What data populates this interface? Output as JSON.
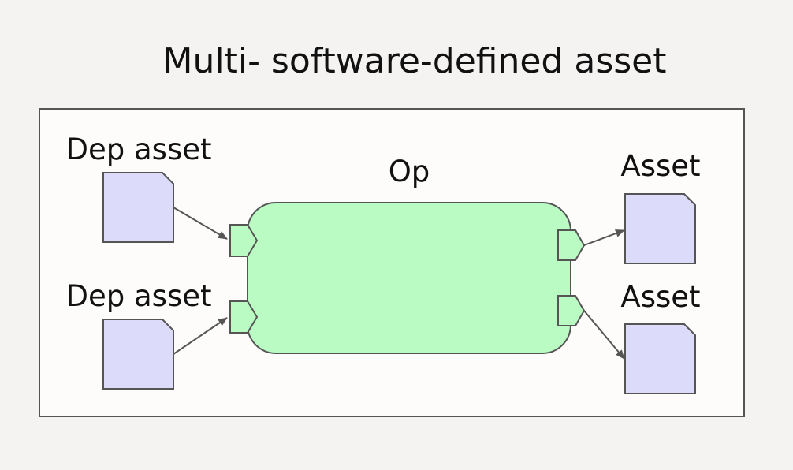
{
  "title": "Multi- software-defined asset",
  "op_label": "Op",
  "inputs": [
    {
      "label": "Dep asset"
    },
    {
      "label": "Dep asset"
    }
  ],
  "outputs": [
    {
      "label": "Asset"
    },
    {
      "label": "Asset"
    }
  ],
  "colors": {
    "background": "#f4f3f2",
    "frame_fill": "#fdfcfb",
    "asset_fill": "#dcdcfa",
    "op_fill": "#bafbc4",
    "stroke": "#555555"
  }
}
